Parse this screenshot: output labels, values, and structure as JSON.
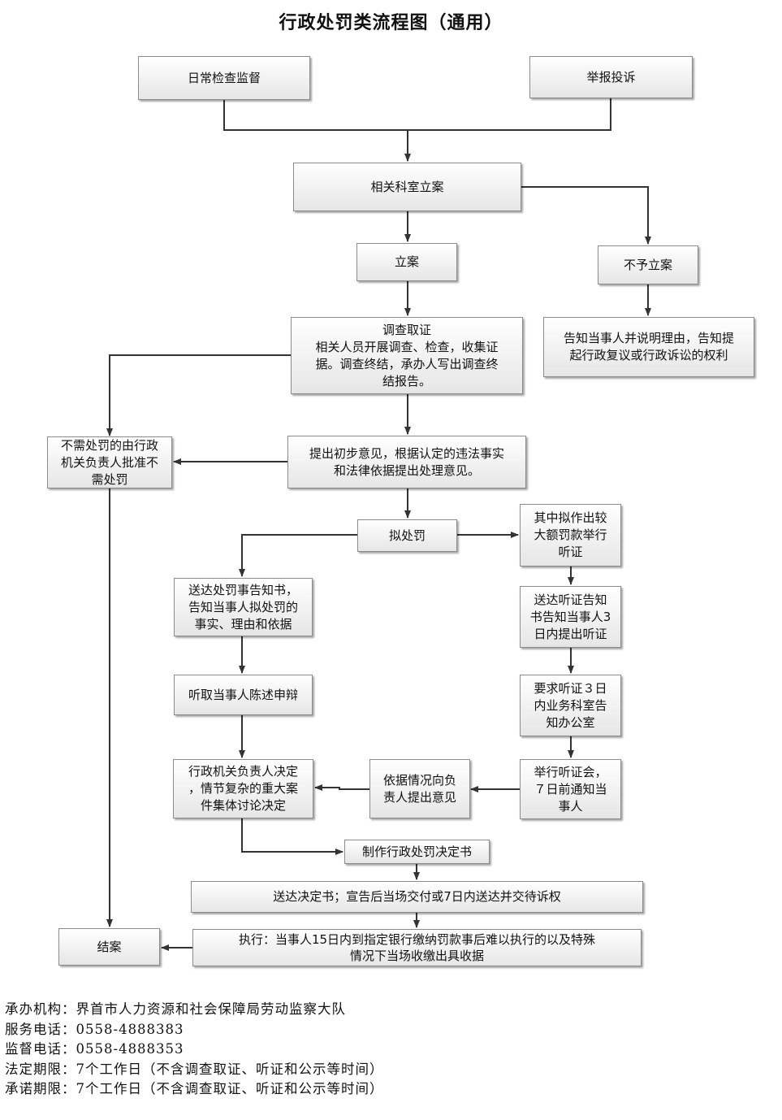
{
  "title": "行政处罚类流程图（通用）",
  "boxes": {
    "daily_inspection": "日常检查监督",
    "report_complaint": "举报投诉",
    "dept_filing": "相关科室立案",
    "file_case": "立案",
    "no_filing": "不予立案",
    "investigate": "调查取证\n相关人员开展调查、检查，收集证\n据。调查终结，承办人写出调查终\n结报告。",
    "notify_reason": "告知当事人并说明理由，告知提\n起行政复议或行政诉讼的权利",
    "no_penalty": "不需处罚的由行政\n机关负责人批准不\n需处罚",
    "preliminary_opinion": "提出初步意见，根据认定的违法事实\n和法律依据提出处理意见。",
    "proposed_penalty": "拟处罚",
    "large_fine_hearing": "其中拟作出较\n大额罚款举行\n听证",
    "penalty_notice": "送达处罚事告知书，\n告知当事人拟处罚的\n事实、理由和依据",
    "hearing_notice": "送达听证告知\n书告知当事人3\n日内提出听证",
    "hear_statement": "听取当事人陈述申辩",
    "hearing_request": "要求听证３日\n内业务科室告\n知办公室",
    "decision": "行政机关负责人决定\n，情节复杂的重大案\n件集体讨论决定",
    "opinion_to_leader": "依据情况向负\n责人提出意见",
    "hold_hearing": "举行听证会，\n７日前通知当\n事人",
    "make_decision": "制作行政处罚决定书",
    "deliver_decision": "送达决定书；宣告后当场交付或7日内送达并交待诉权",
    "close_case": "结案",
    "execute": "执行：当事人15日内到指定银行缴纳罚款事后难以执行的以及特殊\n情况下当场收缴出具收据"
  },
  "footer": {
    "org": "承办机构：界首市人力资源和社会保障局劳动监察大队",
    "service_phone": "服务电话：0558-4888383",
    "supervision_phone": "监督电话：0558-4888353",
    "legal_limit": "法定期限：7个工作日（不含调查取证、听证和公示等时间）",
    "promised_limit": "承诺期限：7个工作日（不含调查取证、听证和公示等时间）"
  }
}
